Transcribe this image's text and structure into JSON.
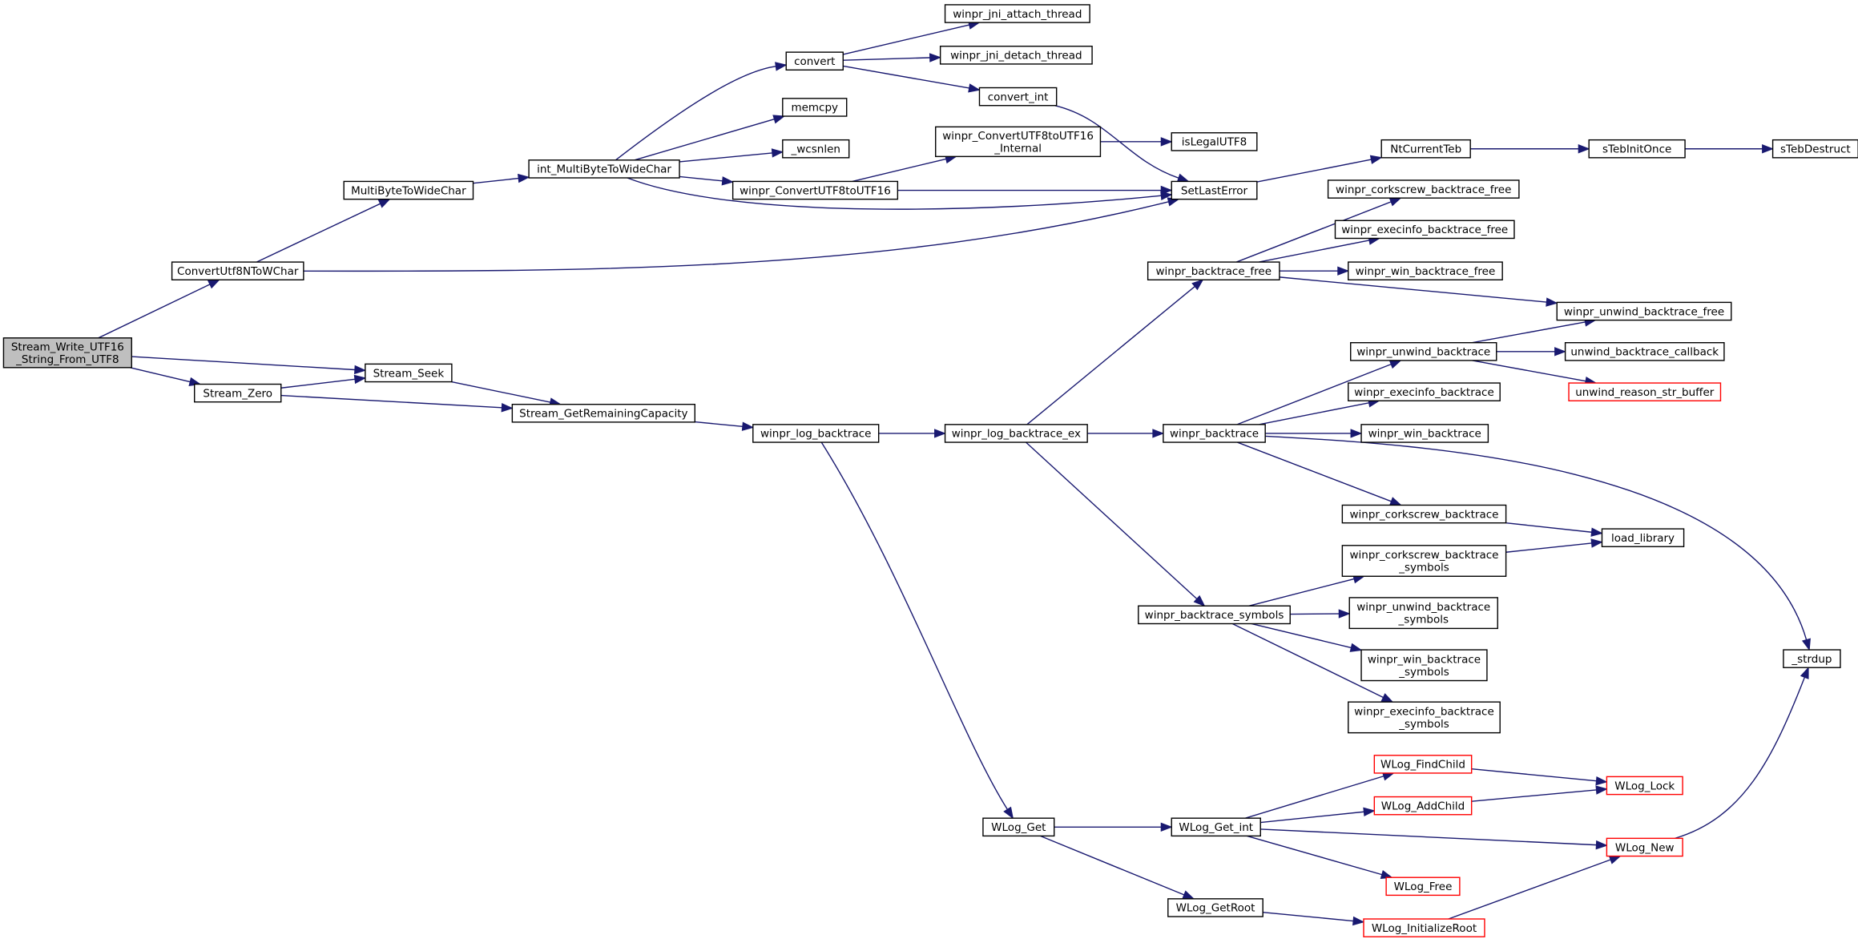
{
  "graph": {
    "colors": {
      "edge": "#191970",
      "root_fill": "#bfbfbf",
      "node_border": "#000000",
      "truncated_border": "#ff0000"
    },
    "nodes": [
      {
        "id": "root",
        "lines": [
          "Stream_Write_UTF16",
          "_String_From_UTF8"
        ],
        "kind": "root"
      },
      {
        "id": "ConvertUtf8NToWChar",
        "lines": [
          "ConvertUtf8NToWChar"
        ]
      },
      {
        "id": "Stream_Seek",
        "lines": [
          "Stream_Seek"
        ]
      },
      {
        "id": "Stream_Zero",
        "lines": [
          "Stream_Zero"
        ]
      },
      {
        "id": "MultiByteToWideChar",
        "lines": [
          "MultiByteToWideChar"
        ]
      },
      {
        "id": "SetLastError",
        "lines": [
          "SetLastError"
        ]
      },
      {
        "id": "int_MultiByteToWideChar",
        "lines": [
          "int_MultiByteToWideChar"
        ]
      },
      {
        "id": "convert",
        "lines": [
          "convert"
        ]
      },
      {
        "id": "memcpy",
        "lines": [
          "memcpy"
        ]
      },
      {
        "id": "_wcsnlen",
        "lines": [
          "_wcsnlen"
        ]
      },
      {
        "id": "winpr_ConvertUTF8toUTF16",
        "lines": [
          "winpr_ConvertUTF8toUTF16"
        ]
      },
      {
        "id": "winpr_jni_attach_thread",
        "lines": [
          "winpr_jni_attach_thread"
        ]
      },
      {
        "id": "winpr_jni_detach_thread",
        "lines": [
          "winpr_jni_detach_thread"
        ]
      },
      {
        "id": "convert_int",
        "lines": [
          "convert_int"
        ]
      },
      {
        "id": "winpr_ConvertUTF8toUTF16_Internal",
        "lines": [
          "winpr_ConvertUTF8toUTF16",
          "_Internal"
        ]
      },
      {
        "id": "isLegalUTF8",
        "lines": [
          "isLegalUTF8"
        ]
      },
      {
        "id": "NtCurrentTeb",
        "lines": [
          "NtCurrentTeb"
        ]
      },
      {
        "id": "sTebInitOnce",
        "lines": [
          "sTebInitOnce"
        ]
      },
      {
        "id": "sTebDestruct",
        "lines": [
          "sTebDestruct"
        ]
      },
      {
        "id": "Stream_GetRemainingCapacity",
        "lines": [
          "Stream_GetRemainingCapacity"
        ]
      },
      {
        "id": "winpr_log_backtrace",
        "lines": [
          "winpr_log_backtrace"
        ]
      },
      {
        "id": "winpr_log_backtrace_ex",
        "lines": [
          "winpr_log_backtrace_ex"
        ]
      },
      {
        "id": "WLog_Get",
        "lines": [
          "WLog_Get"
        ]
      },
      {
        "id": "winpr_backtrace_free",
        "lines": [
          "winpr_backtrace_free"
        ]
      },
      {
        "id": "winpr_backtrace",
        "lines": [
          "winpr_backtrace"
        ]
      },
      {
        "id": "winpr_backtrace_symbols",
        "lines": [
          "winpr_backtrace_symbols"
        ]
      },
      {
        "id": "winpr_corkscrew_backtrace_free",
        "lines": [
          "winpr_corkscrew_backtrace_free"
        ]
      },
      {
        "id": "winpr_execinfo_backtrace_free",
        "lines": [
          "winpr_execinfo_backtrace_free"
        ]
      },
      {
        "id": "winpr_win_backtrace_free",
        "lines": [
          "winpr_win_backtrace_free"
        ]
      },
      {
        "id": "winpr_unwind_backtrace_free",
        "lines": [
          "winpr_unwind_backtrace_free"
        ]
      },
      {
        "id": "winpr_unwind_backtrace",
        "lines": [
          "winpr_unwind_backtrace"
        ]
      },
      {
        "id": "unwind_backtrace_callback",
        "lines": [
          "unwind_backtrace_callback"
        ]
      },
      {
        "id": "unwind_reason_str_buffer",
        "lines": [
          "unwind_reason_str_buffer"
        ],
        "kind": "truncated"
      },
      {
        "id": "winpr_execinfo_backtrace",
        "lines": [
          "winpr_execinfo_backtrace"
        ]
      },
      {
        "id": "winpr_win_backtrace",
        "lines": [
          "winpr_win_backtrace"
        ]
      },
      {
        "id": "winpr_corkscrew_backtrace",
        "lines": [
          "winpr_corkscrew_backtrace"
        ]
      },
      {
        "id": "load_library",
        "lines": [
          "load_library"
        ]
      },
      {
        "id": "winpr_corkscrew_backtrace_symbols",
        "lines": [
          "winpr_corkscrew_backtrace",
          "_symbols"
        ]
      },
      {
        "id": "winpr_unwind_backtrace_symbols",
        "lines": [
          "winpr_unwind_backtrace",
          "_symbols"
        ]
      },
      {
        "id": "winpr_win_backtrace_symbols",
        "lines": [
          "winpr_win_backtrace",
          "_symbols"
        ]
      },
      {
        "id": "winpr_execinfo_backtrace_symbols",
        "lines": [
          "winpr_execinfo_backtrace",
          "_symbols"
        ]
      },
      {
        "id": "_strdup",
        "lines": [
          "_strdup"
        ]
      },
      {
        "id": "WLog_Get_int",
        "lines": [
          "WLog_Get_int"
        ]
      },
      {
        "id": "WLog_GetRoot",
        "lines": [
          "WLog_GetRoot"
        ]
      },
      {
        "id": "WLog_FindChild",
        "lines": [
          "WLog_FindChild"
        ],
        "kind": "truncated"
      },
      {
        "id": "WLog_AddChild",
        "lines": [
          "WLog_AddChild"
        ],
        "kind": "truncated"
      },
      {
        "id": "WLog_Free",
        "lines": [
          "WLog_Free"
        ],
        "kind": "truncated"
      },
      {
        "id": "WLog_Lock",
        "lines": [
          "WLog_Lock"
        ],
        "kind": "truncated"
      },
      {
        "id": "WLog_New",
        "lines": [
          "WLog_New"
        ],
        "kind": "truncated"
      },
      {
        "id": "WLog_InitializeRoot",
        "lines": [
          "WLog_InitializeRoot"
        ],
        "kind": "truncated"
      }
    ],
    "edges": [
      [
        "root",
        "ConvertUtf8NToWChar"
      ],
      [
        "root",
        "Stream_Seek"
      ],
      [
        "root",
        "Stream_Zero"
      ],
      [
        "ConvertUtf8NToWChar",
        "MultiByteToWideChar"
      ],
      [
        "ConvertUtf8NToWChar",
        "SetLastError"
      ],
      [
        "MultiByteToWideChar",
        "int_MultiByteToWideChar"
      ],
      [
        "int_MultiByteToWideChar",
        "convert"
      ],
      [
        "int_MultiByteToWideChar",
        "memcpy"
      ],
      [
        "int_MultiByteToWideChar",
        "_wcsnlen"
      ],
      [
        "int_MultiByteToWideChar",
        "winpr_ConvertUTF8toUTF16"
      ],
      [
        "int_MultiByteToWideChar",
        "SetLastError"
      ],
      [
        "convert",
        "winpr_jni_attach_thread"
      ],
      [
        "convert",
        "winpr_jni_detach_thread"
      ],
      [
        "convert",
        "convert_int"
      ],
      [
        "convert_int",
        "SetLastError"
      ],
      [
        "winpr_ConvertUTF8toUTF16",
        "winpr_ConvertUTF8toUTF16_Internal"
      ],
      [
        "winpr_ConvertUTF8toUTF16",
        "SetLastError"
      ],
      [
        "winpr_ConvertUTF8toUTF16_Internal",
        "isLegalUTF8"
      ],
      [
        "SetLastError",
        "NtCurrentTeb"
      ],
      [
        "NtCurrentTeb",
        "sTebInitOnce"
      ],
      [
        "sTebInitOnce",
        "sTebDestruct"
      ],
      [
        "Stream_Zero",
        "Stream_Seek"
      ],
      [
        "Stream_Zero",
        "Stream_GetRemainingCapacity"
      ],
      [
        "Stream_Seek",
        "Stream_GetRemainingCapacity"
      ],
      [
        "Stream_GetRemainingCapacity",
        "winpr_log_backtrace"
      ],
      [
        "winpr_log_backtrace",
        "winpr_log_backtrace_ex"
      ],
      [
        "winpr_log_backtrace",
        "WLog_Get"
      ],
      [
        "winpr_log_backtrace_ex",
        "winpr_backtrace_free"
      ],
      [
        "winpr_log_backtrace_ex",
        "winpr_backtrace"
      ],
      [
        "winpr_log_backtrace_ex",
        "winpr_backtrace_symbols"
      ],
      [
        "winpr_backtrace_free",
        "winpr_corkscrew_backtrace_free"
      ],
      [
        "winpr_backtrace_free",
        "winpr_execinfo_backtrace_free"
      ],
      [
        "winpr_backtrace_free",
        "winpr_win_backtrace_free"
      ],
      [
        "winpr_backtrace_free",
        "winpr_unwind_backtrace_free"
      ],
      [
        "winpr_backtrace",
        "winpr_unwind_backtrace"
      ],
      [
        "winpr_backtrace",
        "winpr_execinfo_backtrace"
      ],
      [
        "winpr_backtrace",
        "winpr_win_backtrace"
      ],
      [
        "winpr_backtrace",
        "winpr_corkscrew_backtrace"
      ],
      [
        "winpr_backtrace",
        "_strdup"
      ],
      [
        "winpr_unwind_backtrace",
        "winpr_unwind_backtrace_free"
      ],
      [
        "winpr_unwind_backtrace",
        "unwind_backtrace_callback"
      ],
      [
        "winpr_unwind_backtrace",
        "unwind_reason_str_buffer"
      ],
      [
        "winpr_corkscrew_backtrace",
        "load_library"
      ],
      [
        "winpr_corkscrew_backtrace_symbols",
        "load_library"
      ],
      [
        "winpr_backtrace_symbols",
        "winpr_corkscrew_backtrace_symbols"
      ],
      [
        "winpr_backtrace_symbols",
        "winpr_unwind_backtrace_symbols"
      ],
      [
        "winpr_backtrace_symbols",
        "winpr_win_backtrace_symbols"
      ],
      [
        "winpr_backtrace_symbols",
        "winpr_execinfo_backtrace_symbols"
      ],
      [
        "WLog_Get",
        "WLog_Get_int"
      ],
      [
        "WLog_Get",
        "WLog_GetRoot"
      ],
      [
        "WLog_Get_int",
        "WLog_FindChild"
      ],
      [
        "WLog_Get_int",
        "WLog_AddChild"
      ],
      [
        "WLog_Get_int",
        "WLog_New"
      ],
      [
        "WLog_Get_int",
        "WLog_Free"
      ],
      [
        "WLog_FindChild",
        "WLog_Lock"
      ],
      [
        "WLog_AddChild",
        "WLog_Lock"
      ],
      [
        "WLog_New",
        "_strdup"
      ],
      [
        "WLog_GetRoot",
        "WLog_InitializeRoot"
      ],
      [
        "WLog_InitializeRoot",
        "WLog_New"
      ]
    ]
  }
}
